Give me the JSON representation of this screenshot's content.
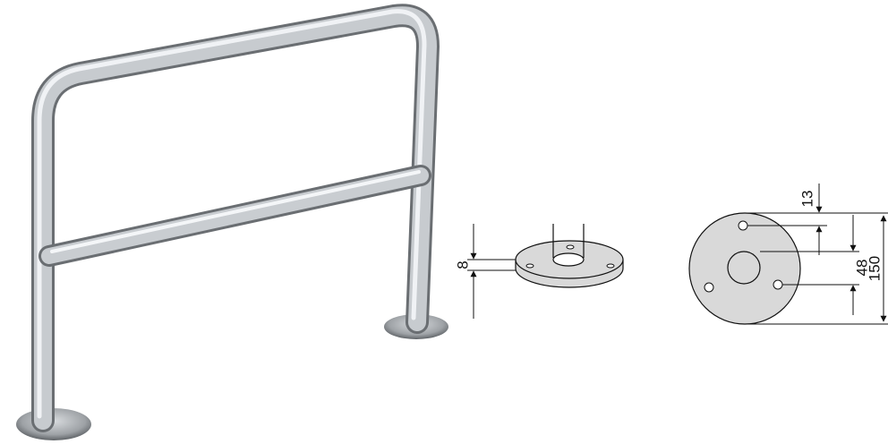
{
  "colors": {
    "background": "#ffffff",
    "plate_fill": "#d9d9d9",
    "line": "#111111",
    "steel_dark": "#7b7f83",
    "steel_light": "#f1f3f5"
  },
  "product_image": {
    "icon": "steel-tube-barrier-icon"
  },
  "side_view": {
    "dim_thickness": "8"
  },
  "top_view": {
    "dim_hole_offset": "13",
    "dim_hole_spacing": "48",
    "dim_diameter": "150"
  }
}
